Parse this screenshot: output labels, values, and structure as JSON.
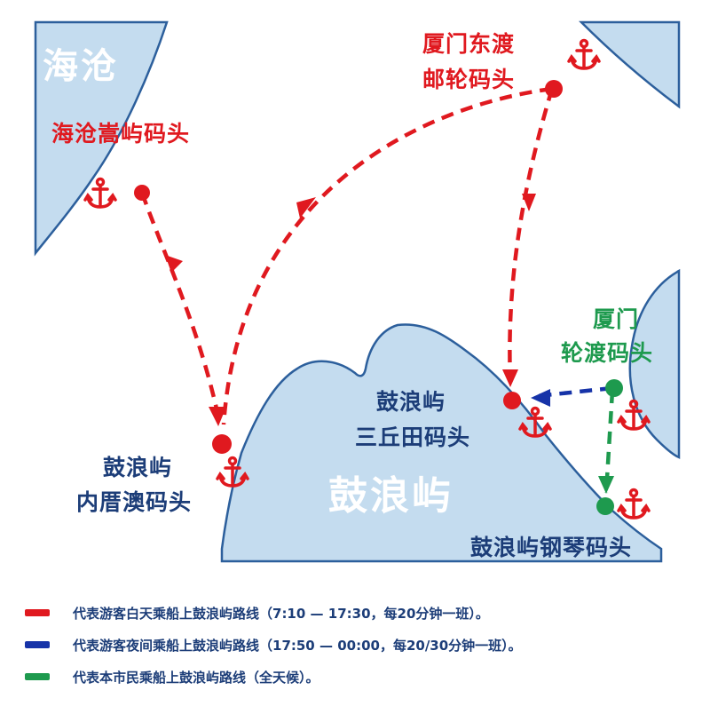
{
  "colors": {
    "sea": "#ffffff",
    "land": "#c4dcef",
    "coast": "#2c5f9c",
    "day_route": "#e0191f",
    "night_route": "#1633a8",
    "resident_route": "#1e9a4e"
  },
  "map": {
    "region_labels": {
      "haicang": "海沧",
      "gulangyu": "鼓浪屿"
    },
    "piers": {
      "haicang_songyu": "海沧嵩屿码头",
      "xiamen_dongdu_line1": "厦门东渡",
      "xiamen_dongdu_line2": "邮轮码头",
      "xiamen_ferry_line1": "厦门",
      "xiamen_ferry_line2": "轮渡码头",
      "gulangyu_neicuoao_line1": "鼓浪屿",
      "gulangyu_neicuoao_line2": "内厝澳码头",
      "gulangyu_sanqiutian_line1": "鼓浪屿",
      "gulangyu_sanqiutian_line2": "三丘田码头",
      "gulangyu_gangqin": "鼓浪屿钢琴码头"
    },
    "icons": [
      "anchor-icon",
      "route-point-marker",
      "direction-arrow-icon"
    ]
  },
  "legend": [
    {
      "color_key": "day_route",
      "text": "代表游客白天乘船上鼓浪屿路线（7:10 — 17:30，每20分钟一班）。"
    },
    {
      "color_key": "night_route",
      "text": "代表游客夜间乘船上鼓浪屿路线（17:50 — 00:00，每20/30分钟一班）。"
    },
    {
      "color_key": "resident_route",
      "text": "代表本市民乘船上鼓浪屿路线（全天候）。"
    }
  ]
}
